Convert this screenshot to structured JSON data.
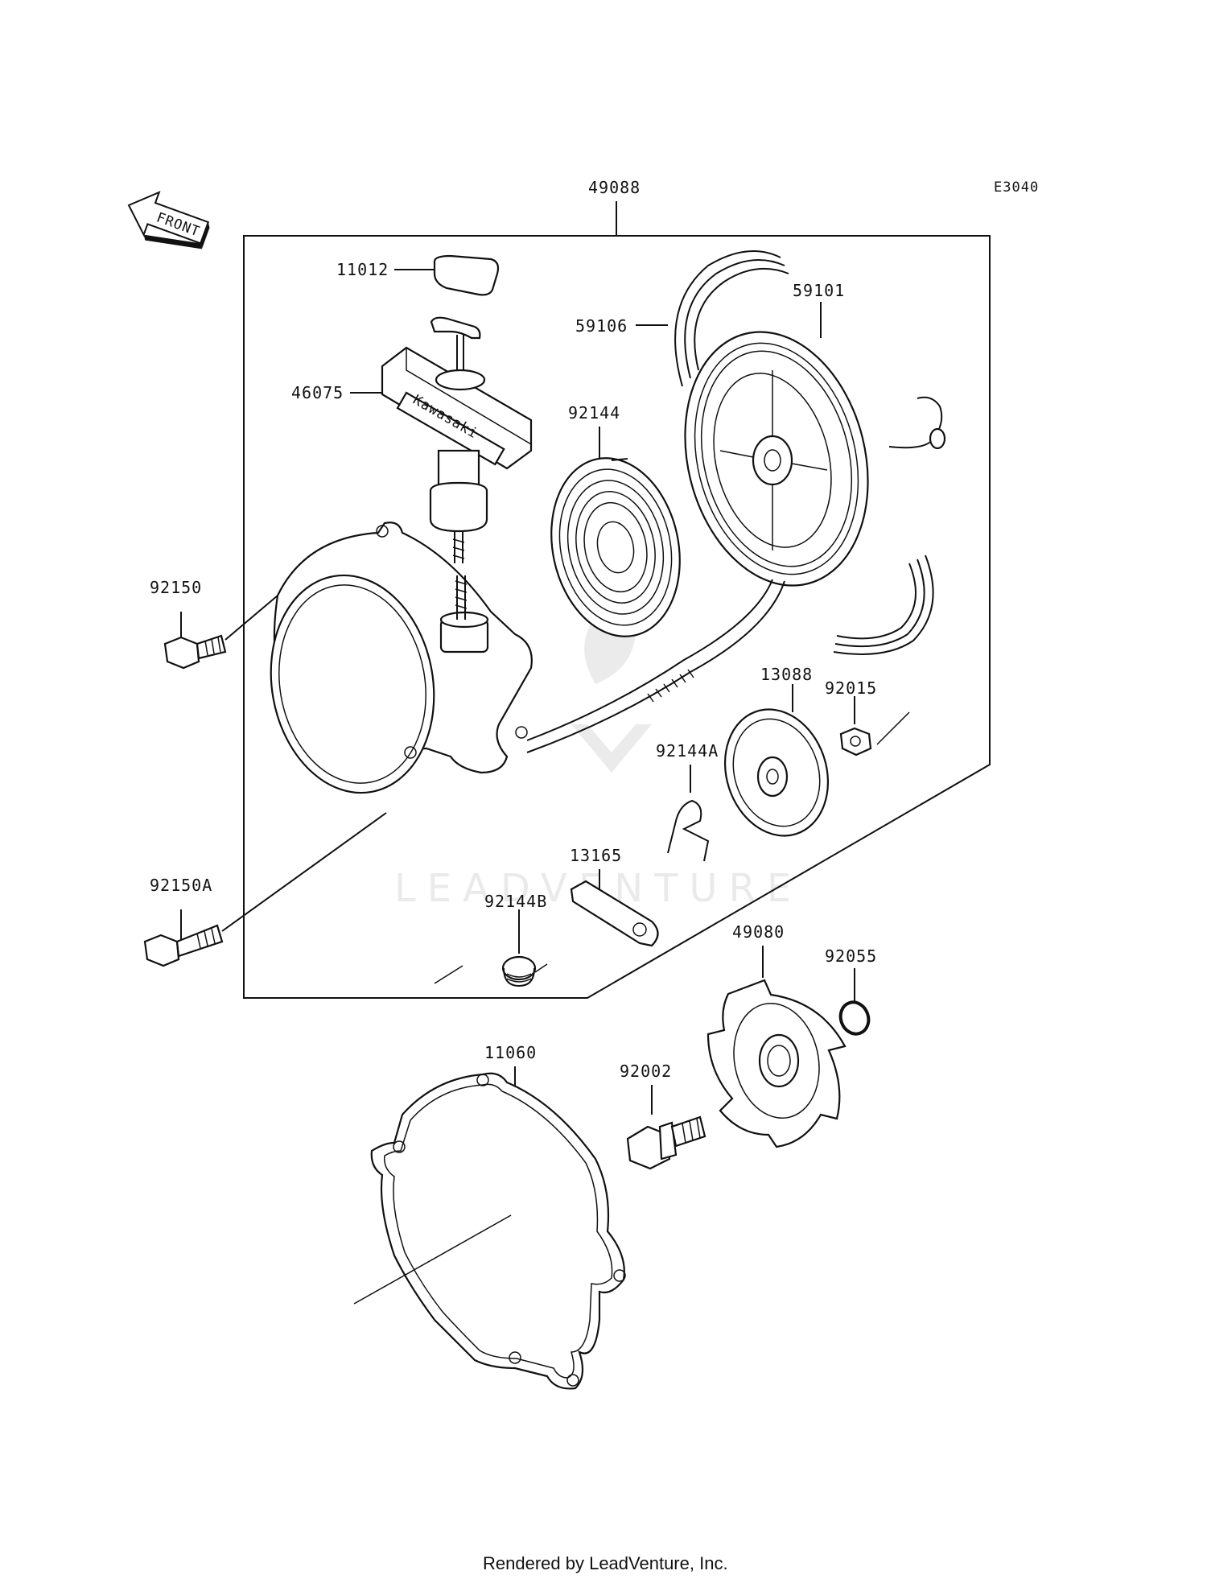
{
  "diagram": {
    "ref_code": "E3040",
    "front_label": "FRONT",
    "watermark": "LEADVENTURE",
    "footer": "Rendered by LeadVenture, Inc.",
    "brand_on_handle": "Kawasaki",
    "part_labels": {
      "p49088": "49088",
      "p11012": "11012",
      "p59101": "59101",
      "p59106": "59106",
      "p46075": "46075",
      "p92144": "92144",
      "p92150": "92150",
      "p13088": "13088",
      "p92015": "92015",
      "p92144A": "92144A",
      "p13165": "13165",
      "p92150A": "92150A",
      "p92144B": "92144B",
      "p49080": "49080",
      "p92055": "92055",
      "p11060": "11060",
      "p92002": "92002"
    }
  }
}
